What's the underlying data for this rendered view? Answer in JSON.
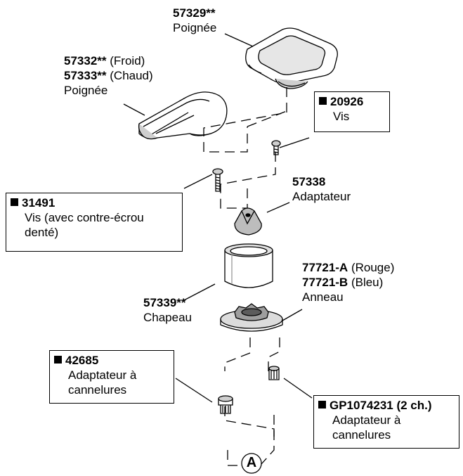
{
  "parts": {
    "handle_lever": {
      "cold_number": "57332**",
      "cold_note": "(Froid)",
      "hot_number": "57333**",
      "hot_note": "(Chaud)",
      "name": "Poignée"
    },
    "handle_knob": {
      "number": "57329**",
      "name": "Poignée"
    },
    "screw_small": {
      "number": "20926",
      "name": "Vis"
    },
    "screw_long": {
      "number": "31491",
      "name_line1": "Vis (avec contre-écrou",
      "name_line2": "denté)"
    },
    "adapter": {
      "number": "57338",
      "name": "Adaptateur"
    },
    "ring": {
      "red_number": "77721-A",
      "red_note": "(Rouge)",
      "blue_number": "77721-B",
      "blue_note": "(Bleu)",
      "name": "Anneau"
    },
    "cap": {
      "number": "57339**",
      "name": "Chapeau"
    },
    "spline_adapter_1": {
      "number": "42685",
      "name_line1": "Adaptateur à",
      "name_line2": "cannelures"
    },
    "spline_adapter_2": {
      "number": "GP1074231 (2 ch.)",
      "name_line1": "Adaptateur à",
      "name_line2": "cannelures"
    }
  },
  "callout": "A"
}
